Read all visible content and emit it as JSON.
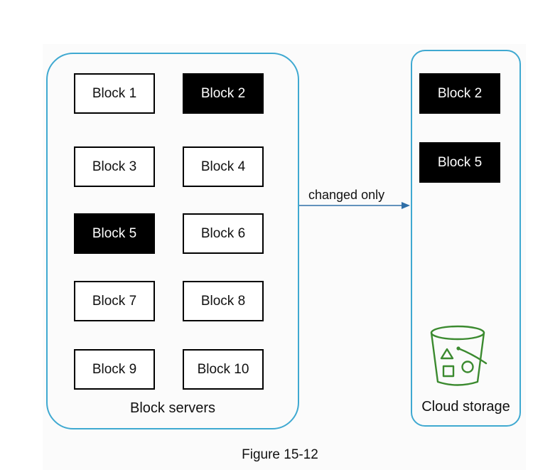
{
  "block_servers": {
    "label": "Block servers",
    "blocks": [
      {
        "label": "Block 1",
        "changed": false
      },
      {
        "label": "Block 2",
        "changed": true
      },
      {
        "label": "Block 3",
        "changed": false
      },
      {
        "label": "Block 4",
        "changed": false
      },
      {
        "label": "Block 5",
        "changed": true
      },
      {
        "label": "Block 6",
        "changed": false
      },
      {
        "label": "Block 7",
        "changed": false
      },
      {
        "label": "Block 8",
        "changed": false
      },
      {
        "label": "Block 9",
        "changed": false
      },
      {
        "label": "Block 10",
        "changed": false
      }
    ]
  },
  "arrow": {
    "label": "changed only"
  },
  "cloud_storage": {
    "label": "Cloud storage",
    "blocks": [
      {
        "label": "Block 2"
      },
      {
        "label": "Block 5"
      }
    ],
    "icon": "bucket-icon"
  },
  "caption": "Figure 15-12",
  "colors": {
    "container_border": "#3fa9d1",
    "arrow": "#2f6fa8",
    "bucket": "#3b8a2f",
    "changed_block": "#000000"
  }
}
